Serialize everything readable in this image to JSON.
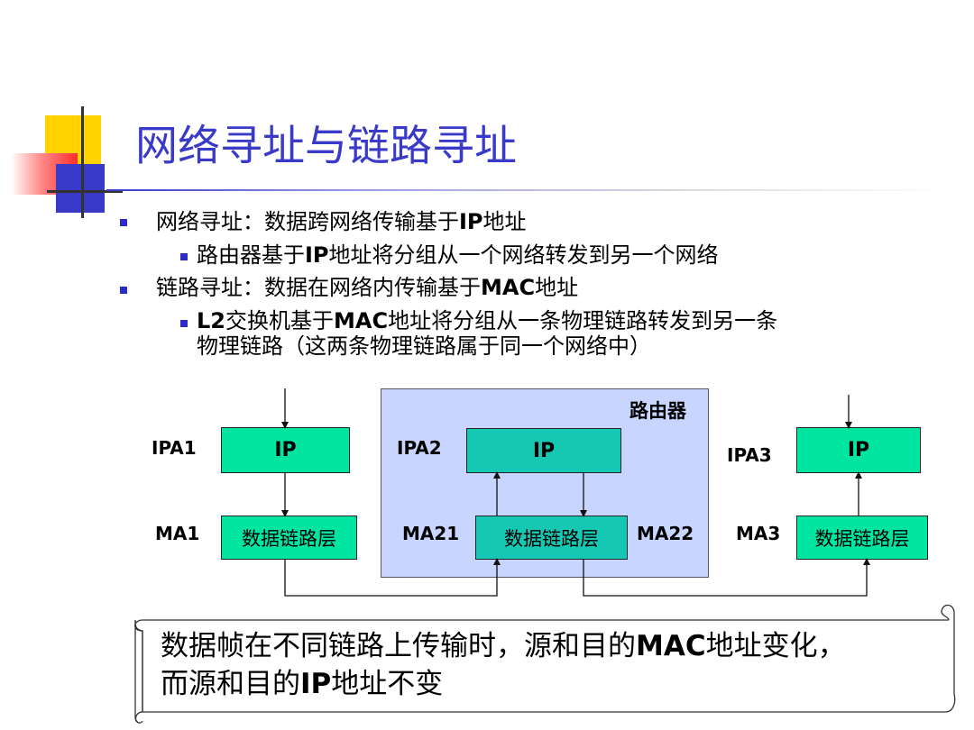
{
  "title": "网络寻址与链路寻址",
  "bullets": [
    {
      "prefix": "网络寻址：数据跨网络传输基于",
      "bold": "IP",
      "suffix": "地址"
    },
    {
      "prefix": "路由器基于",
      "bold": "IP",
      "suffix": "地址将分组从一个网络转发到另一个网络"
    },
    {
      "prefix": "链路寻址：数据在网络内传输基于",
      "bold": "MAC",
      "suffix": "地址"
    },
    {
      "bold_start": "L2",
      "middle": "交换机基于",
      "bold": "MAC",
      "suffix": "地址将分组从一条物理链路转发到另一条"
    },
    {
      "text": "物理链路（这两条物理链路属于同一个网络中）"
    }
  ],
  "diagram": {
    "router_label": "路由器",
    "ip_label": "IP",
    "dl_label": "数据链路层",
    "ipa1": "IPA1",
    "ipa2": "IPA2",
    "ipa3": "IPA3",
    "ma1": "MA1",
    "ma21": "MA21",
    "ma22": "MA22",
    "ma3": "MA3"
  },
  "note": {
    "line1_prefix": "数据帧在不同链路上传输时，源和目的",
    "line1_bold": "MAC",
    "line1_suffix": "地址变化，",
    "line2_prefix": "而源和目的",
    "line2_bold": "IP",
    "line2_suffix": "地址不变"
  },
  "colors": {
    "title": "#3a3ac8",
    "bullet": "#2b2bc8",
    "router_bg": "#c7d5ff",
    "box_green": "#00e5a0",
    "box_teal": "#14c8b4"
  }
}
